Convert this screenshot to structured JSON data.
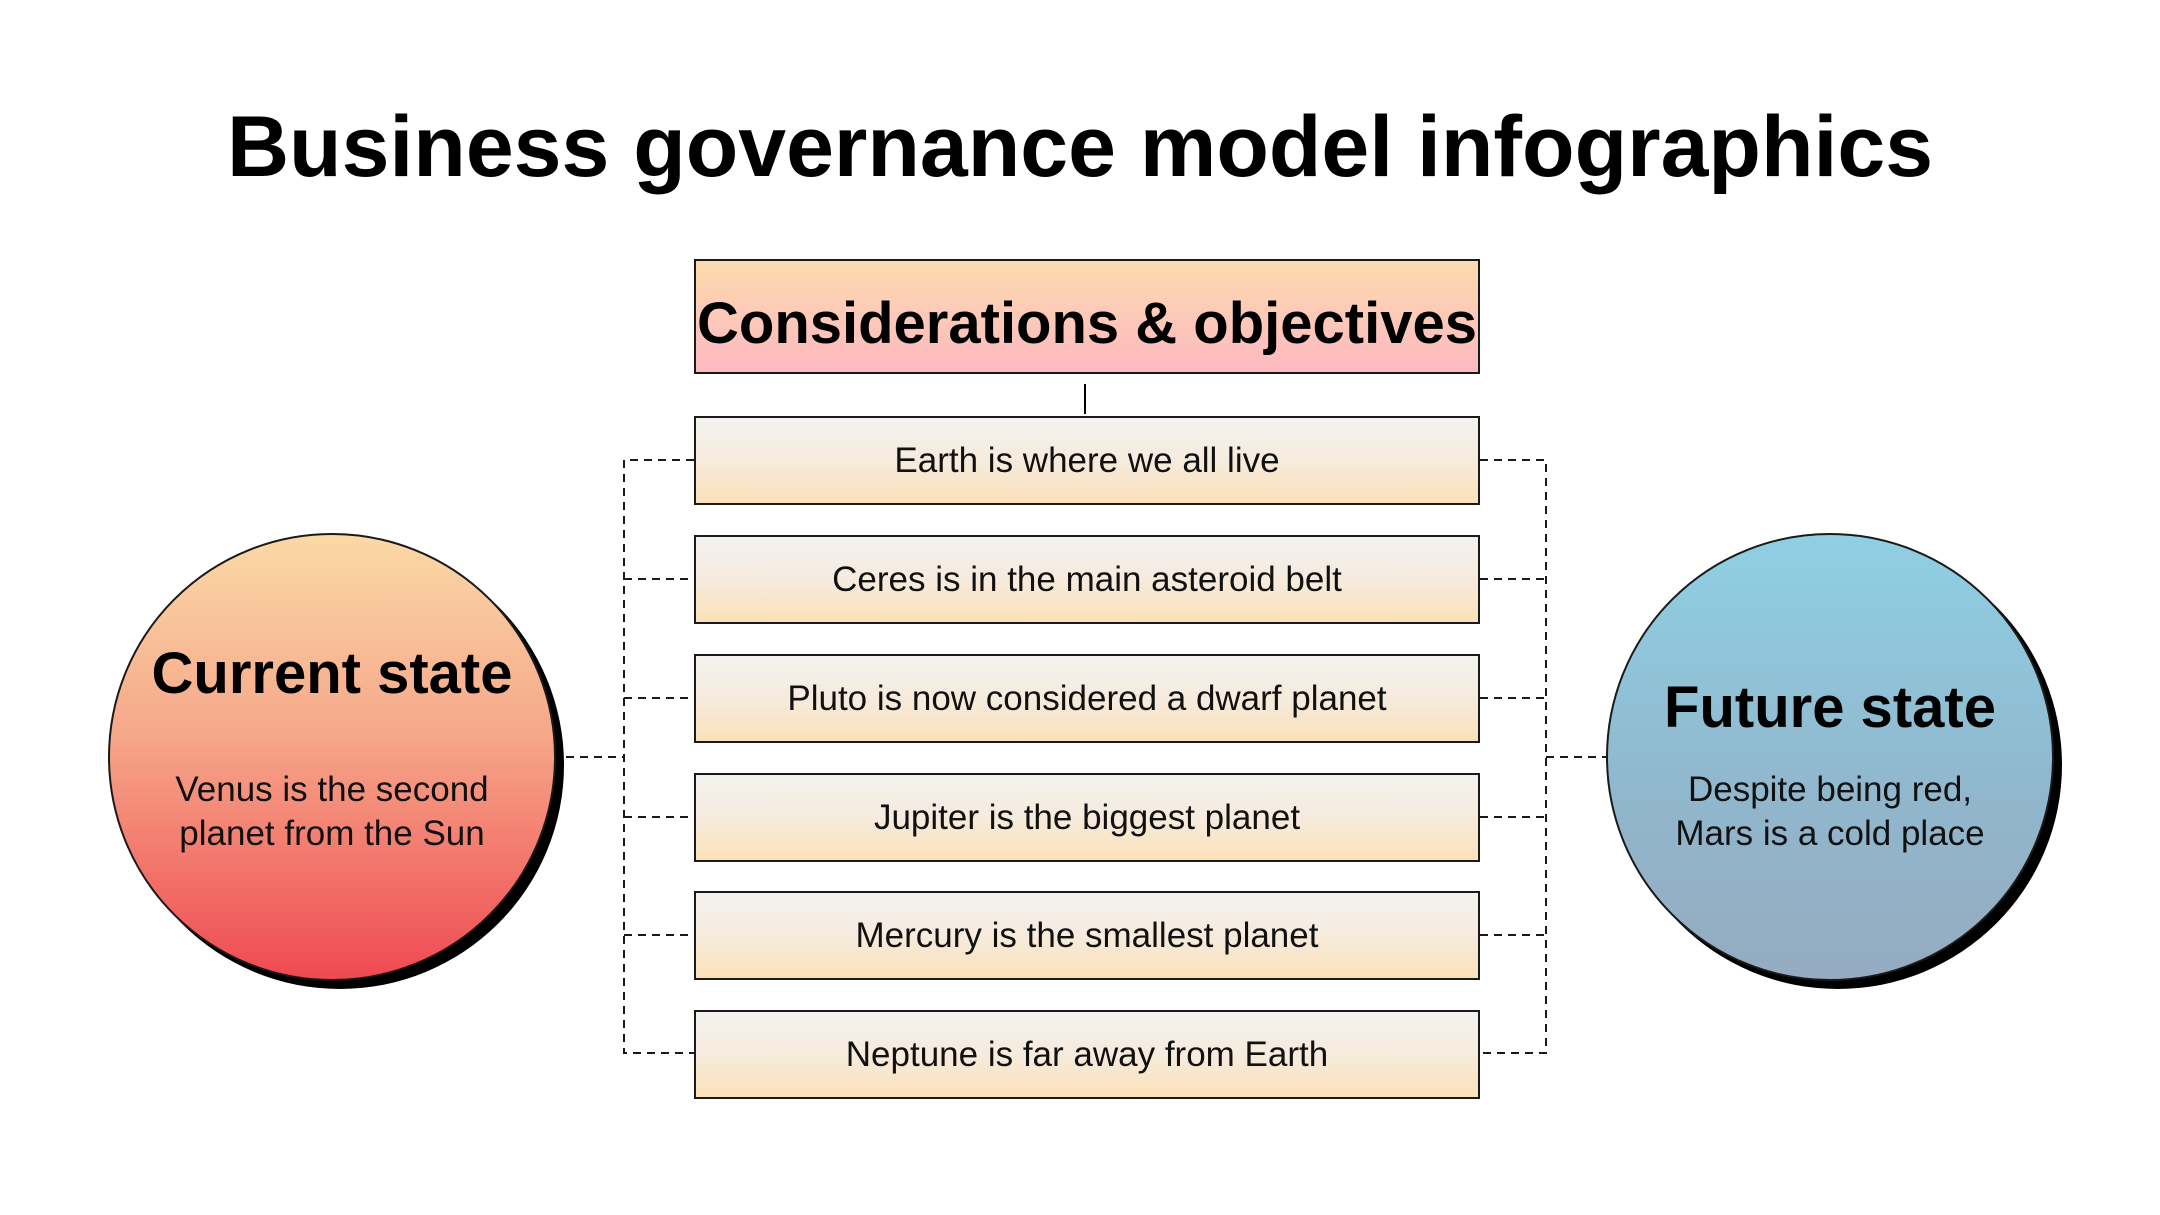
{
  "title": "Business governance model infographics",
  "header": {
    "label": "Considerations & objectives"
  },
  "items": [
    "Earth is where we all live",
    "Ceres is in the main asteroid belt",
    "Pluto is now considered a dwarf planet",
    "Jupiter is the biggest planet",
    "Mercury is the smallest planet",
    "Neptune is far away from Earth"
  ],
  "current_state": {
    "title": "Current state",
    "description": "Venus is the second planet from the Sun"
  },
  "future_state": {
    "title": "Future state",
    "description": "Despite being red, Mars is a cold place"
  },
  "colors": {
    "header_gradient": [
      "#fcdcae",
      "#fdb9c1"
    ],
    "item_gradient": [
      "#f3f2f0",
      "#fbe1b9"
    ],
    "current_state_gradient": [
      "#fbd9a6",
      "#ef4a51"
    ],
    "future_state_gradient": [
      "#8fd0e3",
      "#95abc0"
    ]
  }
}
